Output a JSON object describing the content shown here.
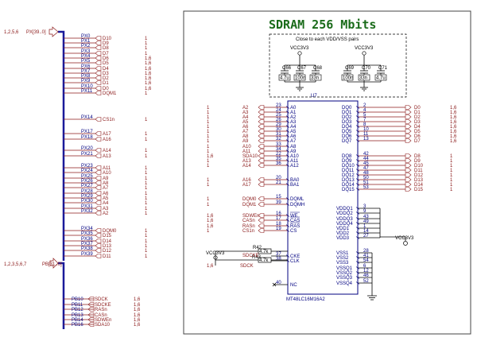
{
  "title": "SDRAM 256 Mbits",
  "cap_note": "Close to each VDD/VSS pairs",
  "left_bus": {
    "px_label": "PX[39..0]",
    "px_sheets": "1,2,5,6",
    "px_bits": [
      {
        "net": "PX0",
        "sig": "D10",
        "sheet": "1"
      },
      {
        "net": "PX1",
        "sig": "D9",
        "sheet": "1"
      },
      {
        "net": "PX2",
        "sig": "D8",
        "sheet": "1"
      },
      {
        "net": "PX3",
        "sig": "D7",
        "sheet": "1"
      },
      {
        "net": "PX4",
        "sig": "D6",
        "sheet": "1,6"
      },
      {
        "net": "PX5",
        "sig": "D5",
        "sheet": "1,6"
      },
      {
        "net": "PX6",
        "sig": "D4",
        "sheet": "1,6"
      },
      {
        "net": "PX7",
        "sig": "D3",
        "sheet": "1,6"
      },
      {
        "net": "PX8",
        "sig": "D2",
        "sheet": "1,6"
      },
      {
        "net": "PX9",
        "sig": "D1",
        "sheet": "1,6"
      },
      {
        "net": "PX10",
        "sig": "D0",
        "sheet": "1,6"
      },
      {
        "net": "PX11",
        "sig": "DQM1",
        "sheet": "1"
      },
      {
        "net": "PX14",
        "sig": "CS1n",
        "sheet": "1"
      },
      {
        "net": "PX17",
        "sig": "A17",
        "sheet": "1"
      },
      {
        "net": "PX18",
        "sig": "A16",
        "sheet": "1"
      },
      {
        "net": "PX20",
        "sig": "A14",
        "sheet": "1"
      },
      {
        "net": "PX21",
        "sig": "A13",
        "sheet": "1"
      },
      {
        "net": "PX23",
        "sig": "A11",
        "sheet": "1"
      },
      {
        "net": "PX24",
        "sig": "A10",
        "sheet": "1"
      },
      {
        "net": "PX25",
        "sig": "A9",
        "sheet": "1"
      },
      {
        "net": "PX26",
        "sig": "A8",
        "sheet": "1"
      },
      {
        "net": "PX27",
        "sig": "A7",
        "sheet": "1"
      },
      {
        "net": "PX28",
        "sig": "A6",
        "sheet": "1"
      },
      {
        "net": "PX29",
        "sig": "A5",
        "sheet": "1"
      },
      {
        "net": "PX30",
        "sig": "A4",
        "sheet": "1"
      },
      {
        "net": "PX31",
        "sig": "A3",
        "sheet": "1"
      },
      {
        "net": "PX32",
        "sig": "A2",
        "sheet": "1"
      },
      {
        "net": "PX34",
        "sig": "DQM0",
        "sheet": "1"
      },
      {
        "net": "PX35",
        "sig": "D15",
        "sheet": "1"
      },
      {
        "net": "PX36",
        "sig": "D14",
        "sheet": "1"
      },
      {
        "net": "PX37",
        "sig": "D13",
        "sheet": "1"
      },
      {
        "net": "PX38",
        "sig": "D12",
        "sheet": "1"
      },
      {
        "net": "PX39",
        "sig": "D11",
        "sheet": "1"
      }
    ],
    "pb_label": "PB[31..0]",
    "pb_sheets": "1,2,3,5,6,7",
    "pb_bits": [
      {
        "net": "PB10",
        "sig": "SDCK",
        "sheet": "1,6"
      },
      {
        "net": "PB11",
        "sig": "SDCKE",
        "sheet": "1,6"
      },
      {
        "net": "PB12",
        "sig": "RASn",
        "sheet": "1,6"
      },
      {
        "net": "PB13",
        "sig": "CASn",
        "sheet": "1,6"
      },
      {
        "net": "PB14",
        "sig": "SDWEn",
        "sheet": "1,6"
      },
      {
        "net": "PB16",
        "sig": "SDA10",
        "sheet": "1,6"
      }
    ]
  },
  "caps": {
    "rail1": "VCC3V3",
    "rail2": "VCC3V3",
    "group1": [
      {
        "ref": "C66",
        "val": "4.7u"
      },
      {
        "ref": "C67",
        "val": "100n"
      },
      {
        "ref": "C68",
        "val": "33n"
      }
    ],
    "group2": [
      {
        "ref": "C69",
        "val": "100n"
      },
      {
        "ref": "C70",
        "val": "33n"
      },
      {
        "ref": "C71",
        "val": "4.7u"
      }
    ]
  },
  "chip": {
    "ref": "U7",
    "part": "MT48LC16M16A2",
    "left_pins": [
      {
        "sheet": "1",
        "net": "A2",
        "num": "23",
        "pin": "A0"
      },
      {
        "sheet": "1",
        "net": "A3",
        "num": "24",
        "pin": "A1"
      },
      {
        "sheet": "1",
        "net": "A4",
        "num": "25",
        "pin": "A2"
      },
      {
        "sheet": "1",
        "net": "A5",
        "num": "26",
        "pin": "A3"
      },
      {
        "sheet": "1",
        "net": "A6",
        "num": "29",
        "pin": "A4"
      },
      {
        "sheet": "1",
        "net": "A7",
        "num": "30",
        "pin": "A5"
      },
      {
        "sheet": "1",
        "net": "A8",
        "num": "31",
        "pin": "A6"
      },
      {
        "sheet": "1",
        "net": "A9",
        "num": "32",
        "pin": "A7"
      },
      {
        "sheet": "1",
        "net": "A10",
        "num": "33",
        "pin": "A8"
      },
      {
        "sheet": "1",
        "net": "A11",
        "num": "34",
        "pin": "A9"
      },
      {
        "sheet": "1,6",
        "net": "SDA10",
        "num": "22",
        "pin": "A10"
      },
      {
        "sheet": "1",
        "net": "A13",
        "num": "35",
        "pin": "A11"
      },
      {
        "sheet": "1",
        "net": "A14",
        "num": "36",
        "pin": "A12"
      },
      {
        "sheet": "1",
        "net": "A16",
        "num": "20",
        "pin": "BA0"
      },
      {
        "sheet": "1",
        "net": "A17",
        "num": "21",
        "pin": "BA1"
      },
      {
        "sheet": "1",
        "net": "DQM0",
        "num": "15",
        "pin": "DQML"
      },
      {
        "sheet": "1",
        "net": "DQM1",
        "num": "39",
        "pin": "DQMH"
      },
      {
        "sheet": "1,6",
        "net": "SDWEn",
        "num": "16",
        "pin": "WE"
      },
      {
        "sheet": "1,6",
        "net": "CASn",
        "num": "17",
        "pin": "CAS"
      },
      {
        "sheet": "1,6",
        "net": "RASn",
        "num": "18",
        "pin": "RAS"
      },
      {
        "sheet": "1",
        "net": "CS1n",
        "num": "19",
        "pin": "CS"
      },
      {
        "sheet": "",
        "net": "SDCKE",
        "num": "37",
        "pin": "CKE"
      },
      {
        "sheet": "1,6",
        "net": "SDCK",
        "num": "38",
        "pin": "CLK"
      },
      {
        "sheet": "",
        "net": "",
        "num": "40",
        "pin": "NC"
      }
    ],
    "right_pins": [
      {
        "pin": "DQ0",
        "num": "2",
        "net": "D0",
        "sheet": "1,6"
      },
      {
        "pin": "DQ1",
        "num": "4",
        "net": "D1",
        "sheet": "1,6"
      },
      {
        "pin": "DQ2",
        "num": "5",
        "net": "D2",
        "sheet": "1,6"
      },
      {
        "pin": "DQ3",
        "num": "7",
        "net": "D3",
        "sheet": "1,6"
      },
      {
        "pin": "DQ4",
        "num": "8",
        "net": "D4",
        "sheet": "1,6"
      },
      {
        "pin": "DQ5",
        "num": "10",
        "net": "D5",
        "sheet": "1,6"
      },
      {
        "pin": "DQ6",
        "num": "11",
        "net": "D6",
        "sheet": "1,6"
      },
      {
        "pin": "DQ7",
        "num": "13",
        "net": "D7",
        "sheet": "1,6"
      },
      {
        "pin": "DQ8",
        "num": "42",
        "net": "D8",
        "sheet": "1"
      },
      {
        "pin": "DQ9",
        "num": "44",
        "net": "D9",
        "sheet": "1"
      },
      {
        "pin": "DQ10",
        "num": "45",
        "net": "D10",
        "sheet": "1"
      },
      {
        "pin": "DQ11",
        "num": "47",
        "net": "D11",
        "sheet": "1"
      },
      {
        "pin": "DQ12",
        "num": "48",
        "net": "D12",
        "sheet": "1"
      },
      {
        "pin": "DQ13",
        "num": "50",
        "net": "D13",
        "sheet": "1"
      },
      {
        "pin": "DQ14",
        "num": "51",
        "net": "D14",
        "sheet": "1"
      },
      {
        "pin": "DQ15",
        "num": "53",
        "net": "D15",
        "sheet": "1"
      }
    ],
    "power_pins": [
      {
        "pin": "VDDQ1",
        "num": "3"
      },
      {
        "pin": "VDDQ2",
        "num": "9"
      },
      {
        "pin": "VDDQ3",
        "num": "43"
      },
      {
        "pin": "VDDQ4",
        "num": "49"
      },
      {
        "pin": "VDD1",
        "num": "1"
      },
      {
        "pin": "VDD2",
        "num": "14"
      },
      {
        "pin": "VDD3",
        "num": "27"
      },
      {
        "pin": "VSS1",
        "num": "28"
      },
      {
        "pin": "VSS2",
        "num": "41"
      },
      {
        "pin": "VSS3",
        "num": "54"
      },
      {
        "pin": "VSSQ1",
        "num": "6"
      },
      {
        "pin": "VSSQ2",
        "num": "12"
      },
      {
        "pin": "VSSQ3",
        "num": "46"
      },
      {
        "pin": "VSSQ4",
        "num": "52"
      }
    ],
    "vdd_rail": "VCC3V3"
  },
  "resistors": {
    "rail": "VCC3V3",
    "r42": {
      "ref": "R42",
      "val": "4.7k"
    },
    "r43": {
      "ref": "R43",
      "val": "4.7k"
    },
    "net_cke": "SDCKE",
    "net_clk": "SDCK",
    "clk_sheet": "1,6"
  }
}
